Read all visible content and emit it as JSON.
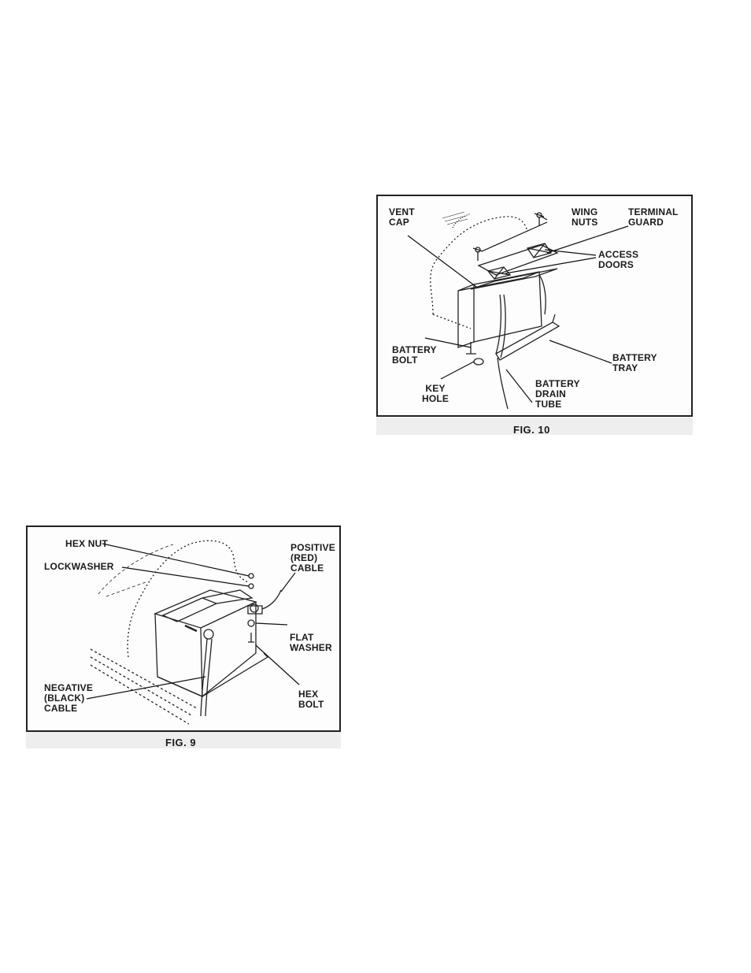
{
  "figure_10": {
    "caption": "FIG. 10",
    "labels": {
      "vent_cap": "VENT\nCAP",
      "wing_nuts": "WING\nNUTS",
      "terminal_guard": "TERMINAL\nGUARD",
      "access_doors": "ACCESS\nDOORS",
      "battery_bolt": "BATTERY\nBOLT",
      "battery_tray": "BATTERY\nTRAY",
      "key_hole": "KEY\nHOLE",
      "battery_drain_tube": "BATTERY\nDRAIN\nTUBE"
    }
  },
  "figure_9": {
    "caption": "FIG. 9",
    "labels": {
      "hex_nut": "HEX NUT",
      "lockwasher": "LOCKWASHER",
      "positive_cable": "POSITIVE\n(RED)\nCABLE",
      "flat_washer": "FLAT\nWASHER",
      "negative_cable": "NEGATIVE\n(BLACK)\nCABLE",
      "hex_bolt": "HEX\nBOLT"
    }
  }
}
